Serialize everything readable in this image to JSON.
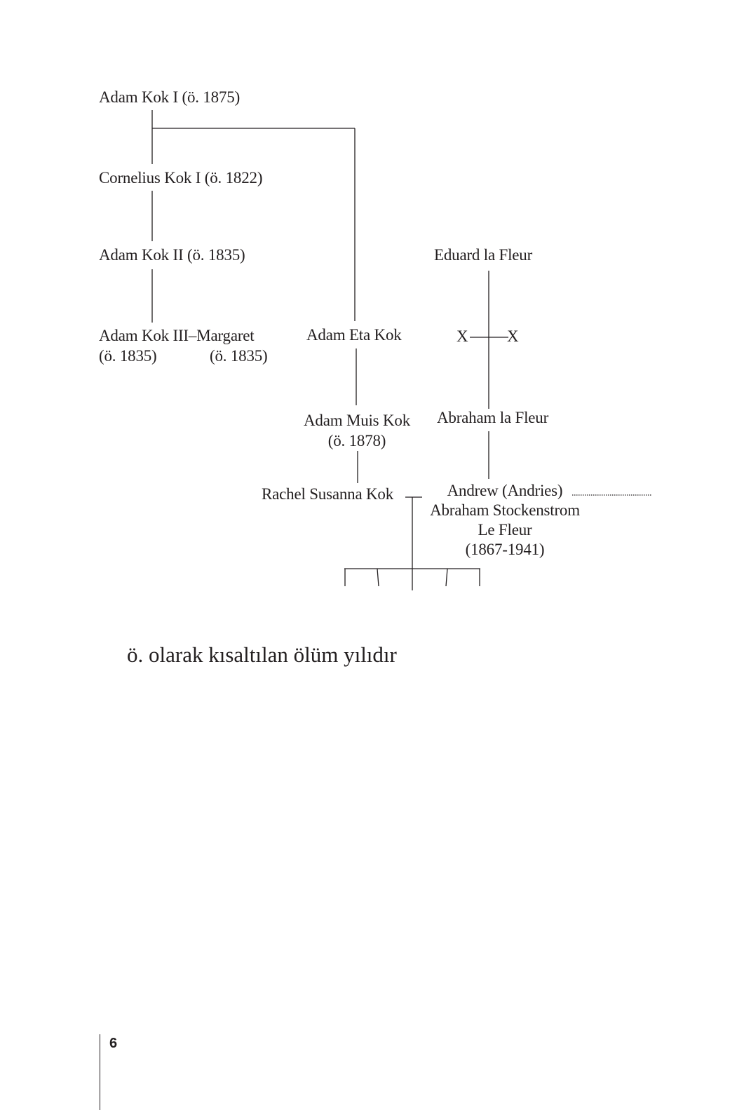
{
  "tree": {
    "adam_kok_1": "Adam Kok I (ö. 1875)",
    "cornelius_kok_1": "Cornelius Kok I (ö. 1822)",
    "adam_kok_2": "Adam Kok II (ö. 1835)",
    "eduard_la_fleur": "Eduard la Fleur",
    "adam_kok_3_name": "Adam Kok III",
    "marriage_dash": "–",
    "margaret_name": "Margaret",
    "adam_kok_3_death": "(ö. 1835)",
    "margaret_death": "(ö. 1835)",
    "adam_eta_kok": "Adam Eta Kok",
    "x_left": "X",
    "x_right": "X",
    "adam_muis_kok_name": "Adam Muis Kok",
    "adam_muis_kok_death": "(ö. 1878)",
    "abraham_la_fleur": "Abraham la Fleur",
    "rachel_susanna_kok": "Rachel Susanna Kok",
    "andrew_line1": "Andrew (Andries)",
    "andrew_line2": "Abraham Stockenstrom",
    "andrew_line3": "Le Fleur",
    "andrew_line4": "(1867-1941)"
  },
  "caption": "ö. olarak kısaltılan ölüm yılıdır",
  "page_number": "6"
}
